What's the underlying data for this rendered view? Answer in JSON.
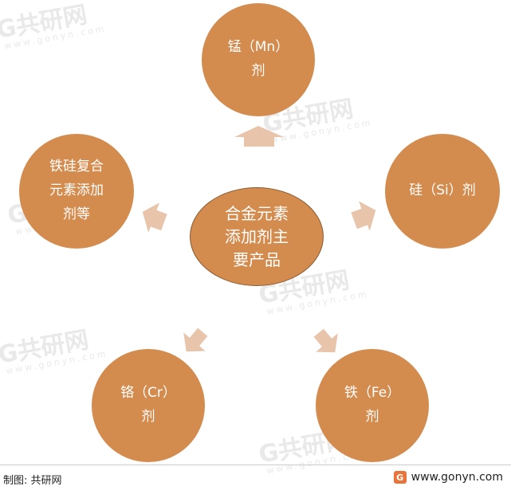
{
  "watermark": {
    "brand": "G共研网",
    "url": "www.gonyn.com"
  },
  "nodes": {
    "center": {
      "line1": "合金元素",
      "line2": "添加剂主",
      "line3": "要产品"
    },
    "top": {
      "line1": "锰（Mn）",
      "line2": "剂"
    },
    "right": {
      "line1": "硅（Si）剂"
    },
    "bottom_right": {
      "line1": "铁（Fe）",
      "line2": "剂"
    },
    "bottom_left": {
      "line1": "铬（Cr）",
      "line2": "剂"
    },
    "left": {
      "line1": "铁硅复合",
      "line2": "元素添加",
      "line3": "剂等"
    }
  },
  "colors": {
    "node_fill": "#d48b4e",
    "arrow_fill": "#e8c4ab",
    "text": "#ffffff"
  },
  "footer": {
    "source": "制图: 共研网",
    "site": "www.gonyn.com",
    "logo_letter": "G"
  }
}
